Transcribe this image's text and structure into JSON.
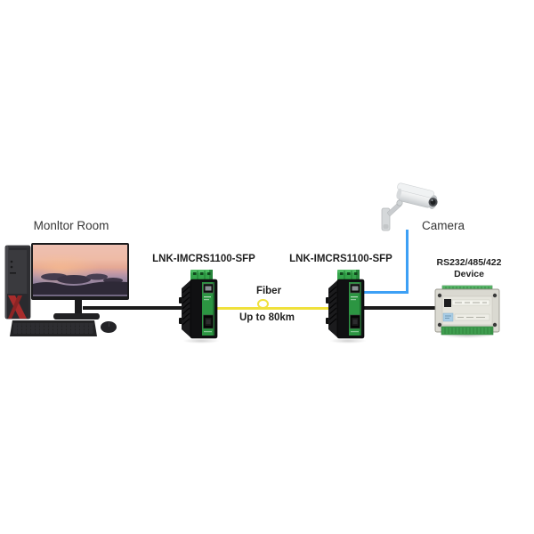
{
  "diagram": {
    "monitor_room": {
      "label": "Monltor Room"
    },
    "converter_left": {
      "label": "LNK-IMCRS1100-SFP"
    },
    "converter_right": {
      "label": "LNK-IMCRS1100-SFP"
    },
    "fiber_link": {
      "label": "Fiber",
      "distance": "Up to 80km"
    },
    "camera": {
      "label": "Camera"
    },
    "serial_device": {
      "label_line1": "RS232/485/422",
      "label_line2": "Device"
    },
    "links": [
      {
        "from": "monitor-room-pc",
        "to": "converter-left",
        "cable": "black-cable"
      },
      {
        "from": "converter-left",
        "to": "converter-right",
        "cable": "yellow-fiber"
      },
      {
        "from": "converter-right",
        "to": "camera",
        "cable": "blue-cable"
      },
      {
        "from": "converter-right",
        "to": "rs232-485-422-device",
        "cable": "black-cable"
      }
    ]
  },
  "colors": {
    "fiber_yellow": "#f0e13c",
    "camera_cable_blue": "#3da0f5",
    "cable_black": "#1b1b1b",
    "converter_green": "#2c9542",
    "terminal_green": "#33a34a",
    "device_body": "#dad9d1",
    "device_terminal_green": "#3f9e4f",
    "label_text": "#363636"
  }
}
